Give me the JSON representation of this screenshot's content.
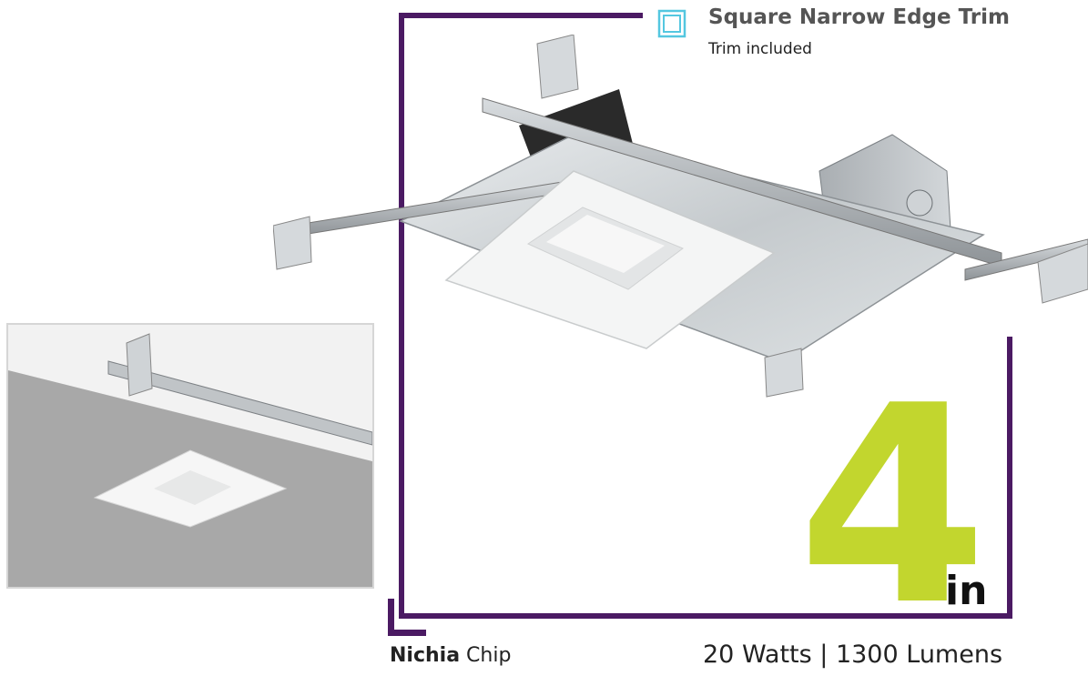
{
  "trim": {
    "title": "Square Narrow Edge Trim",
    "subtitle": "Trim included",
    "icon": "square-trim-icon",
    "icon_color": "#54c7e0"
  },
  "size": {
    "value": "4",
    "unit": "in",
    "accent_color": "#c2d62e"
  },
  "chip": {
    "brand": "Nichia",
    "label": "Chip"
  },
  "specs": {
    "text": "20 Watts | 1300 Lumens"
  },
  "frame_color": "#4b1a63"
}
